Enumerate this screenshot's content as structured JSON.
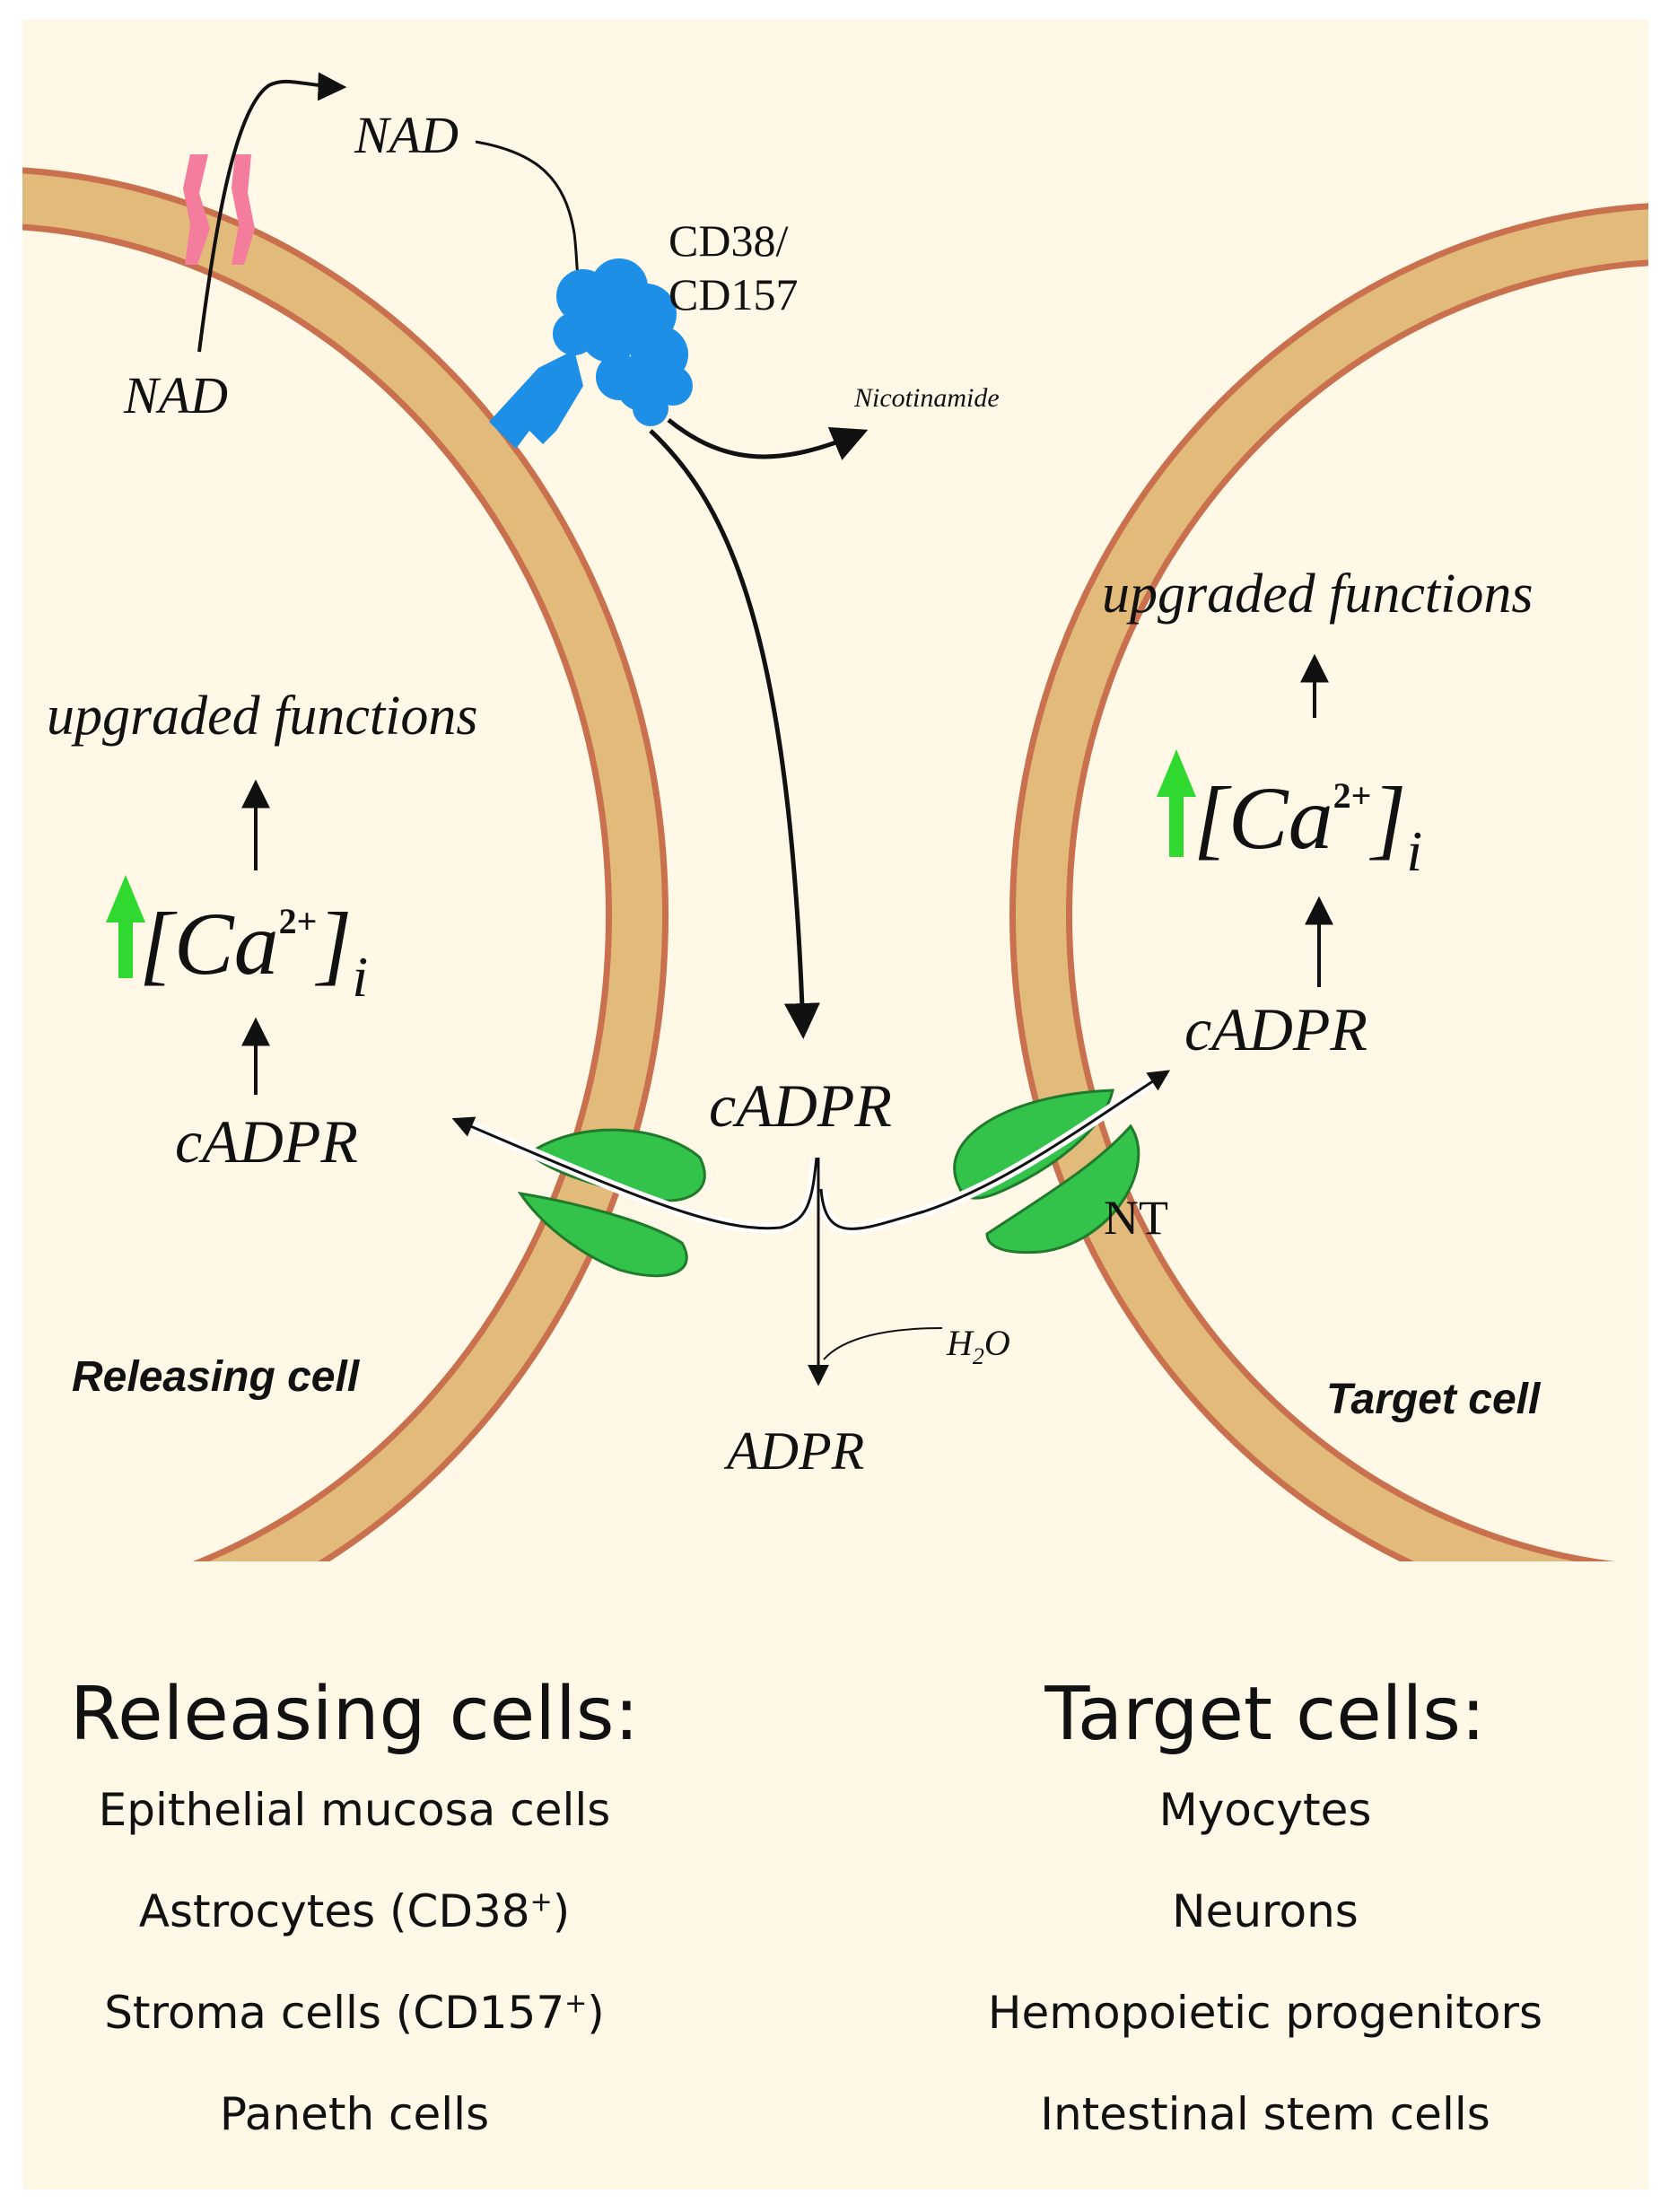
{
  "diagram": {
    "nad_outer": "NAD",
    "nad_inner": "NAD",
    "enzyme_label_line1": "CD38/",
    "enzyme_label_line2": "CD157",
    "nicotinamide": "Nicotinamide",
    "cadpr_center": "cADPR",
    "cadpr_left": "cADPR",
    "cadpr_right": "cADPR",
    "adpr": "ADPR",
    "water": "H",
    "water_sub": "2",
    "water_tail": "O",
    "nt_label": "NT",
    "upgraded_left": "upgraded functions",
    "upgraded_right": "upgraded functions",
    "ca_left": "[Ca",
    "ca_left_sup": "2+",
    "ca_left_close": "]",
    "ca_left_sub": "i",
    "ca_right": "[Ca",
    "ca_right_sup": "2+",
    "ca_right_close": "]",
    "ca_right_sub": "i",
    "releasing_cell_label": "Releasing cell",
    "target_cell_label": "Target cell"
  },
  "colors": {
    "membrane_fill": "#e2bb7a",
    "membrane_edge": "#c9704e",
    "enzyme_blue": "#1e8fe6",
    "channel_pink": "#f47c9c",
    "transporter_green": "#33c24a",
    "arrow_green": "#2fd92f",
    "background": "#fff8e7"
  },
  "releasing_cells": {
    "title": "Releasing cells:",
    "items": [
      {
        "text": "Epithelial mucosa cells",
        "sup": ""
      },
      {
        "text": "Astrocytes (CD38",
        "sup": "+",
        "tail": ")"
      },
      {
        "text": "Stroma cells (CD157",
        "sup": "+",
        "tail": ")"
      },
      {
        "text": "Paneth cells",
        "sup": ""
      }
    ]
  },
  "target_cells": {
    "title": "Target cells:",
    "items": [
      {
        "text": "Myocytes"
      },
      {
        "text": "Neurons"
      },
      {
        "text": "Hemopoietic progenitors"
      },
      {
        "text": "Intestinal stem cells"
      }
    ]
  }
}
